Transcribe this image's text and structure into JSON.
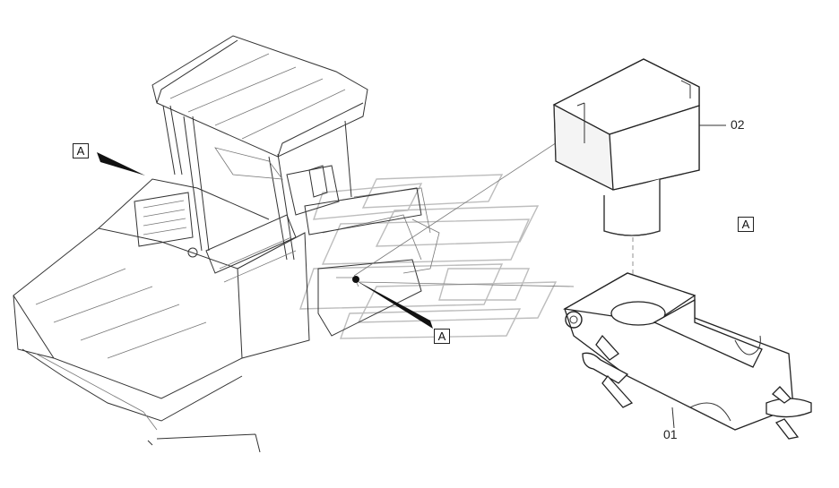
{
  "view_labels": {
    "a_left": "A",
    "a_center": "A",
    "a_right": "A"
  },
  "parts": {
    "part_01": "01",
    "part_02": "02"
  }
}
